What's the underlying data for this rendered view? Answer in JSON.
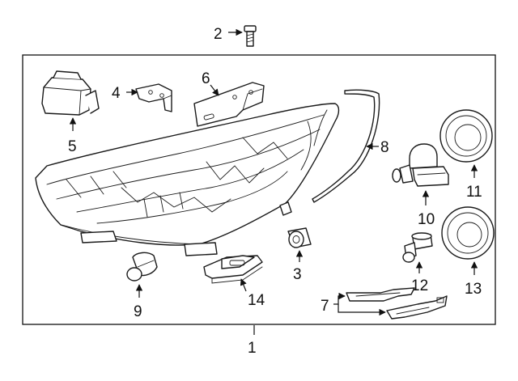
{
  "colors": {
    "line": "#1a1a1a",
    "background": "#ffffff"
  },
  "callouts": [
    {
      "id": "1",
      "label": "1"
    },
    {
      "id": "2",
      "label": "2"
    },
    {
      "id": "3",
      "label": "3"
    },
    {
      "id": "4",
      "label": "4"
    },
    {
      "id": "5",
      "label": "5"
    },
    {
      "id": "6",
      "label": "6"
    },
    {
      "id": "7",
      "label": "7"
    },
    {
      "id": "8",
      "label": "8"
    },
    {
      "id": "9",
      "label": "9"
    },
    {
      "id": "10",
      "label": "10"
    },
    {
      "id": "11",
      "label": "11"
    },
    {
      "id": "12",
      "label": "12"
    },
    {
      "id": "13",
      "label": "13"
    },
    {
      "id": "14",
      "label": "14"
    }
  ]
}
